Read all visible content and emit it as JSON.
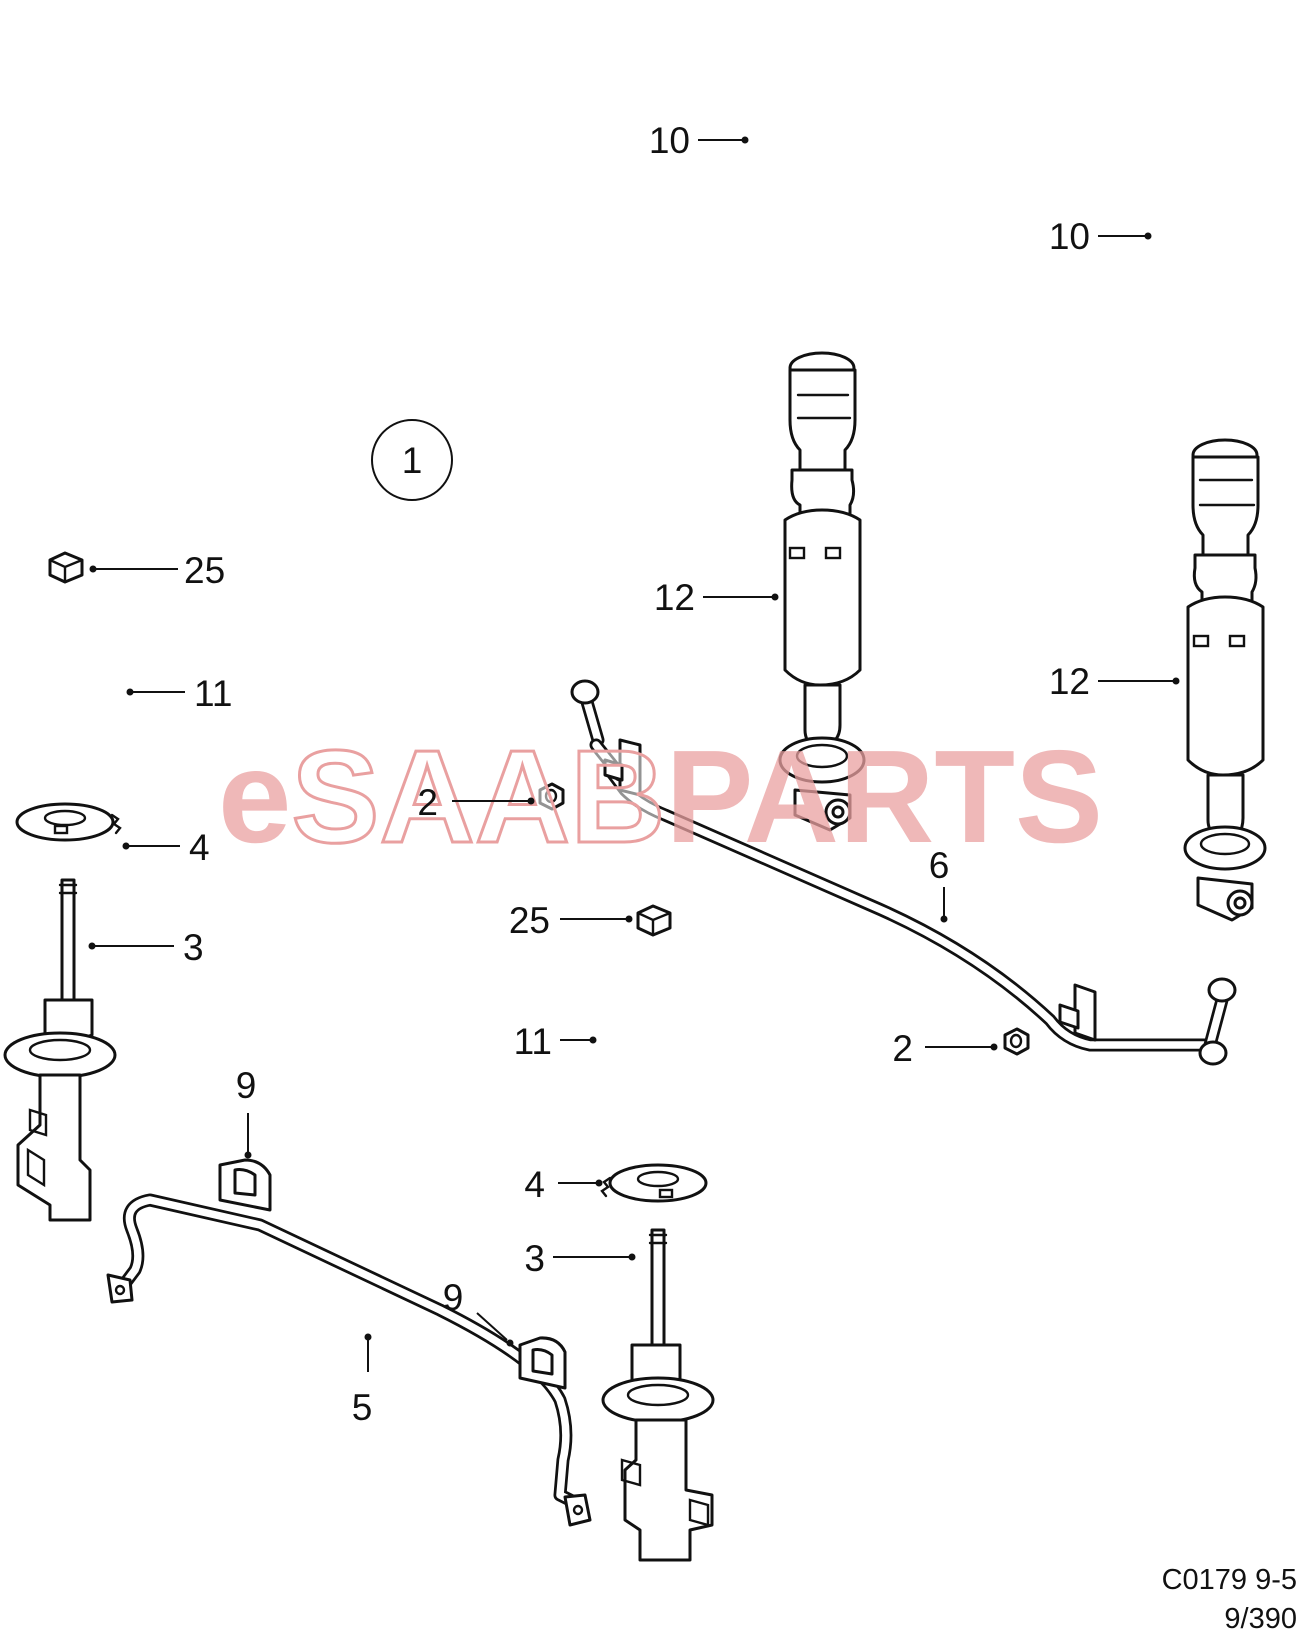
{
  "diagram": {
    "assembly_number": "1",
    "footer": {
      "code": "C0179 9-5",
      "page": "9/390"
    },
    "watermark": {
      "prefix": "e",
      "brand": "SAAB",
      "suffix": "PARTS"
    },
    "callouts": [
      {
        "id": "rear-spring-1",
        "label": "10"
      },
      {
        "id": "rear-spring-2",
        "label": "10"
      },
      {
        "id": "rear-shock-1",
        "label": "12"
      },
      {
        "id": "rear-shock-2",
        "label": "12"
      },
      {
        "id": "nut-top-left",
        "label": "25"
      },
      {
        "id": "front-spring-left",
        "label": "11"
      },
      {
        "id": "spring-seat-left",
        "label": "4"
      },
      {
        "id": "strut-left",
        "label": "3"
      },
      {
        "id": "link-nut-left",
        "label": "2"
      },
      {
        "id": "rear-stabilizer-bar",
        "label": "6"
      },
      {
        "id": "nut-top-right",
        "label": "25"
      },
      {
        "id": "front-spring-right",
        "label": "11"
      },
      {
        "id": "link-nut-right",
        "label": "2"
      },
      {
        "id": "bushing-upper",
        "label": "9"
      },
      {
        "id": "spring-seat-right",
        "label": "4"
      },
      {
        "id": "strut-right",
        "label": "3"
      },
      {
        "id": "bushing-lower",
        "label": "9"
      },
      {
        "id": "front-stabilizer-bar",
        "label": "5"
      }
    ]
  }
}
